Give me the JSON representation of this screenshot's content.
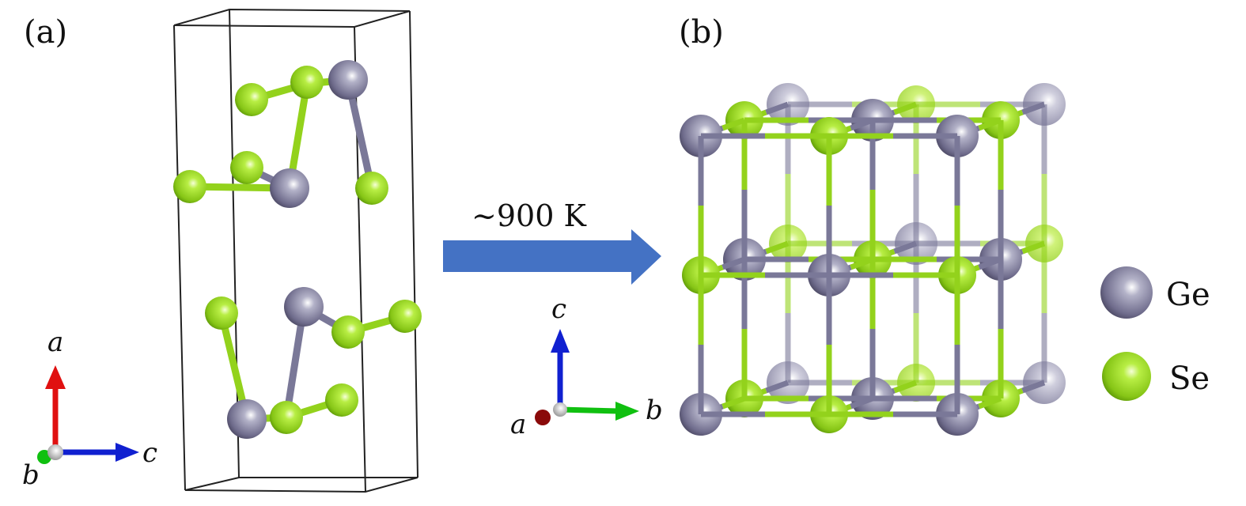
{
  "panels": {
    "a": {
      "label": "(a)"
    },
    "b": {
      "label": "(b)"
    }
  },
  "transition": {
    "text": "~900 K"
  },
  "axes_a": {
    "up": "a",
    "right": "c",
    "depth": "b"
  },
  "axes_b": {
    "up": "c",
    "right": "b",
    "depth": "a"
  },
  "legend": [
    {
      "name": "Ge",
      "color": "#7a7898"
    },
    {
      "name": "Se",
      "color": "#93d21c"
    }
  ],
  "colors": {
    "ge": "#7a7898",
    "se": "#93d21c",
    "arrow": "#4472c4",
    "axis_red": "#e01010",
    "axis_green": "#10c010",
    "axis_blue": "#1020d0"
  }
}
